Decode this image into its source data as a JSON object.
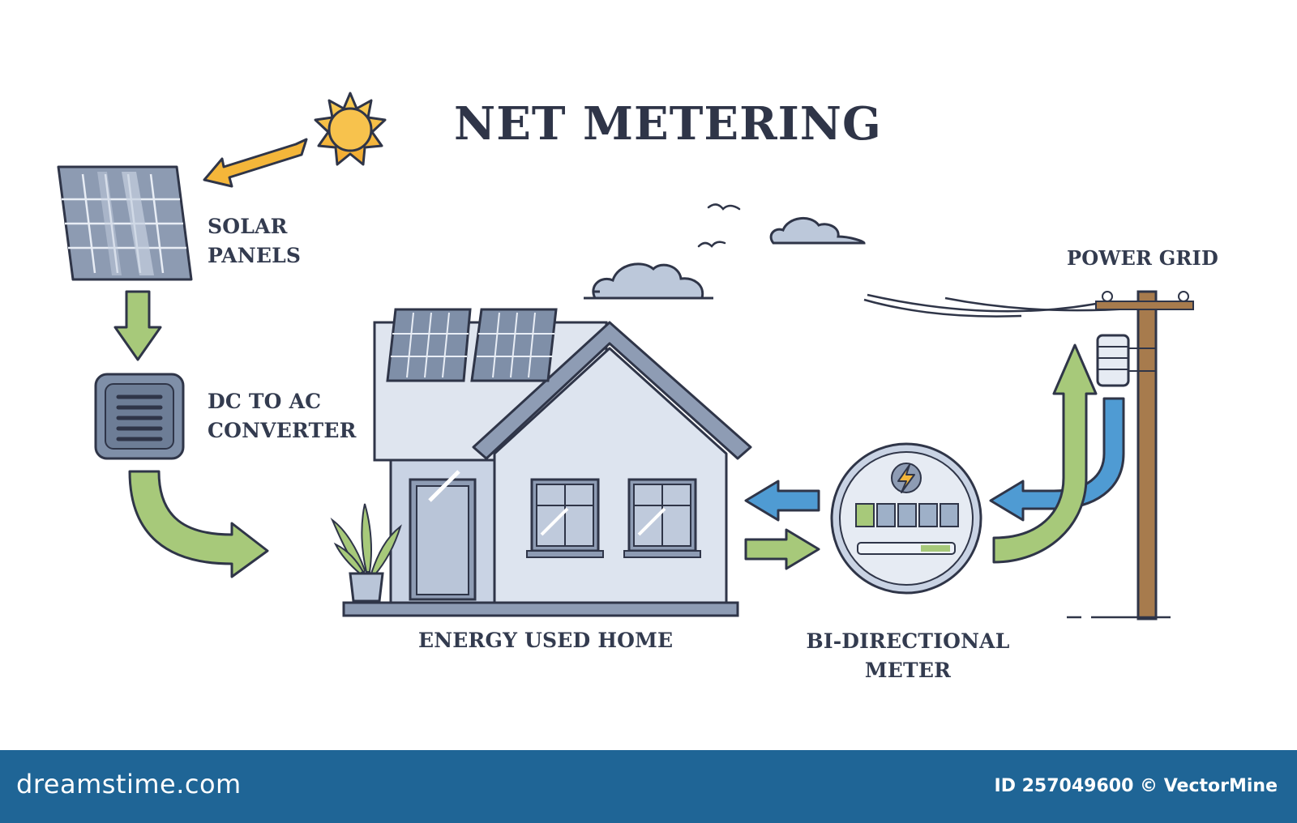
{
  "title": "NET METERING",
  "labels": {
    "solar_panels": [
      "SOLAR",
      "PANELS"
    ],
    "converter": [
      "DC TO AC",
      "CONVERTER"
    ],
    "home": "ENERGY USED HOME",
    "meter": [
      "BI-DIRECTIONAL",
      "METER"
    ],
    "grid": "POWER GRID"
  },
  "footer": {
    "brand": "dreamstime.com",
    "stock_id": "ID 257049600 © VectorMine"
  },
  "colors": {
    "green_arrow": "#a7c97a",
    "blue_arrow": "#4f9bd3",
    "sun": "#f4b63a",
    "panel": "#7f8fa8",
    "house": "#c9d3e4",
    "footer": "#1f6596"
  }
}
